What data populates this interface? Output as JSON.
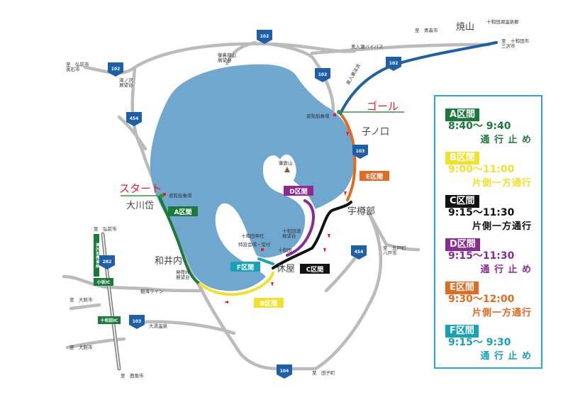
{
  "places": {
    "yakeyama": "焼山",
    "towada_onsenkyo": "十和田湖温泉郷",
    "to_aomori": "至　青森市",
    "to_towada_misawa": "至　十和田市\n三沢市",
    "to_hirosaki": "至　弘前市\n黒石市",
    "to_hirosaki2": "至　弘前市",
    "to_gonohe": "至　五戸町\n八戸市",
    "to_odate": "至　大館市",
    "to_odate2": "至　大館市",
    "to_kazuno": "至　鹿角市",
    "to_tago": "至　田子町",
    "okuiri_bypass": "奥入瀬バイパス",
    "okuiri_ryu": "奥入瀬渓流",
    "goal": "ゴール",
    "start": "スタート",
    "nenokuchi": "子ノ口",
    "utarube": "宇樽部",
    "yasumiya": "休屋",
    "wainai": "和井内",
    "okawatai": "大川岱",
    "mikurayama": "御倉山",
    "ofudoyama": "御鼻部山\n展望台",
    "takinosawa": "滝ノ沢\n展望台",
    "hakkoda_jinja": "十和田神社",
    "meeting_place": "特設会場・受付",
    "towadako_ko": "十和田湖\n展望台",
    "towada_jinja2": "十和田",
    "nenokuchi_pier": "遊覧船乗場",
    "okawatai_pier": "遊覧船乗場",
    "hakka_tenbo": "発荷峠\n展望台",
    "jukai_line": "樹海ライン",
    "oyu_onsen": "大湯温泉",
    "kosaka_ic": "小坂IC",
    "towada_ic": "十和田IC",
    "expressway": "東北自動車道"
  },
  "routes": [
    "102",
    "102",
    "102",
    "102",
    "454",
    "454",
    "103",
    "103",
    "104",
    "282"
  ],
  "section_labels": [
    "A区間",
    "B区間",
    "C区間",
    "D区間",
    "E区間",
    "F区間"
  ],
  "legend": [
    {
      "tag": "A区間",
      "time": "8:40～ 9:40",
      "note": "通 行 止 め",
      "color": "#1a7a3a",
      "text_color": "#1a7a3a"
    },
    {
      "tag": "B区間",
      "time": "9:00～11:00",
      "note": "片側一方通行",
      "color": "#f2e12b",
      "text_color": "#f2e12b"
    },
    {
      "tag": "C区間",
      "time": "9:15～11:30",
      "note": "片側一方通行",
      "color": "#111111",
      "text_color": "#111111"
    },
    {
      "tag": "D区間",
      "time": "9:15～11:30",
      "note": "通 行 止 め",
      "color": "#8a2a93",
      "text_color": "#8a2a93"
    },
    {
      "tag": "E区間",
      "time": "9:30～12:00",
      "note": "片側一方通行",
      "color": "#e46a1f",
      "text_color": "#e46a1f"
    },
    {
      "tag": "F区間",
      "time": "9:15～ 9:30",
      "note": "通 行 止 め",
      "color": "#17a3b5",
      "text_color": "#17a3b5"
    }
  ]
}
